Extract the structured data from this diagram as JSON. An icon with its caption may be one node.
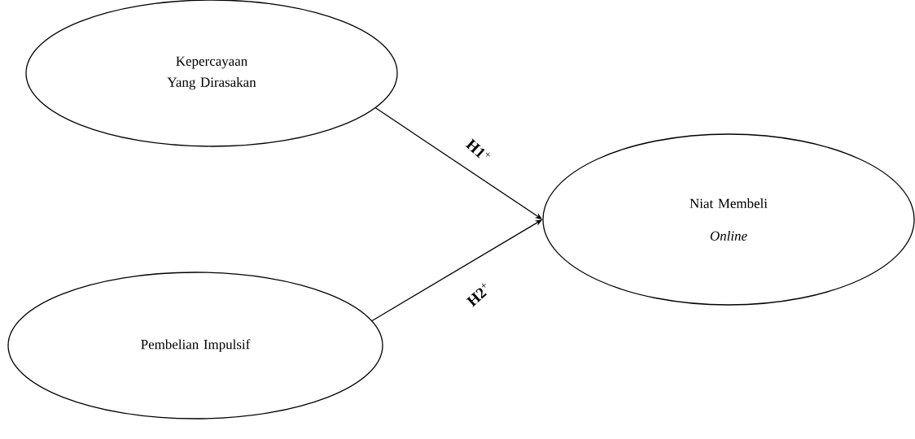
{
  "diagram": {
    "nodes": [
      {
        "text": [
          "Kepercayaan Yang Dirasakan"
        ]
      },
      {
        "text": [
          "Pembelian Impulsif"
        ]
      },
      {
        "text": [
          "Niat Membeli",
          "Online"
        ]
      }
    ],
    "edges": [
      {
        "from": 0,
        "to": 2,
        "arrow": "to",
        "label": "**H1**$^{+}$"
      },
      {
        "from": 1,
        "to": 2,
        "arrow": "to",
        "label": "**H2**$^{+}$"
      }
    ]
  }
}
